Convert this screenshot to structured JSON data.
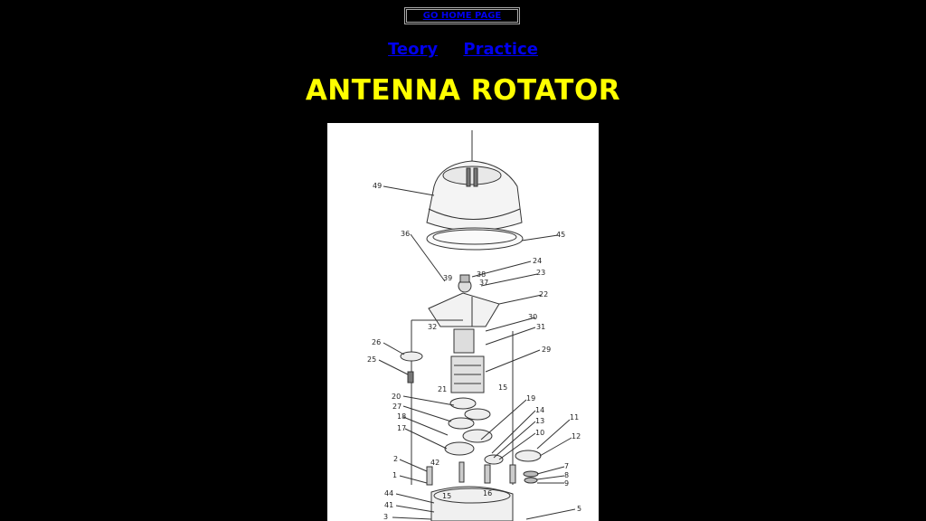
{
  "nav_home": {
    "label": "GO HOME PAGE"
  },
  "nav": {
    "teory": "Teory",
    "practice": "Practice"
  },
  "page_title": "ANTENNA ROTATOR",
  "diagram": {
    "part_labels": [
      "49",
      "36",
      "45",
      "24",
      "38",
      "39",
      "37",
      "23",
      "22",
      "30",
      "32",
      "31",
      "26",
      "29",
      "25",
      "20",
      "21",
      "15",
      "27",
      "19",
      "14",
      "18",
      "13",
      "17",
      "10",
      "11",
      "12",
      "2",
      "42",
      "7",
      "8",
      "1",
      "9",
      "44",
      "15",
      "16",
      "41",
      "5",
      "3"
    ]
  }
}
